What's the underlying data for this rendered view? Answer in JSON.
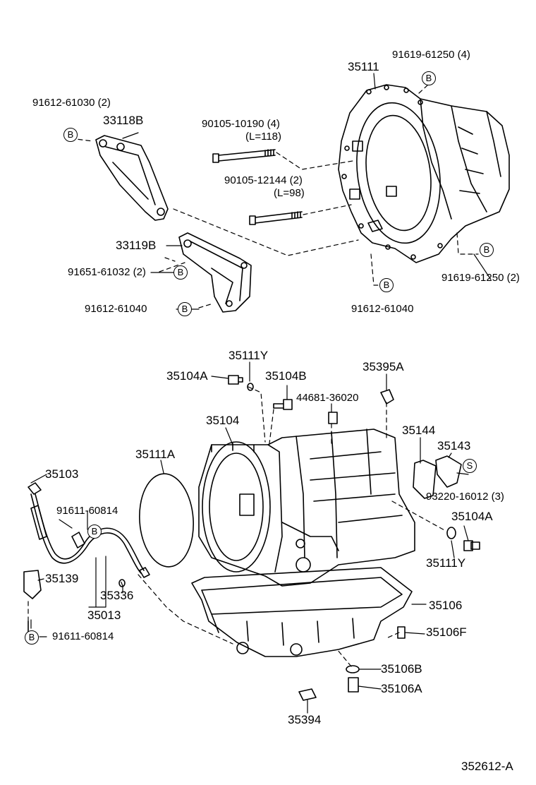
{
  "figure_id": "352612-A",
  "callouts": {
    "b": "B",
    "s": "S"
  },
  "upper": {
    "p35111": "35111",
    "p91619_61250_top": "91619-61250 (4)",
    "p91612_61030": "91612-61030 (2)",
    "p33118B": "33118B",
    "p90105_10190": "90105-10190 (4)",
    "len118": "(L=118)",
    "p90105_12144": "90105-12144 (2)",
    "len98": "(L=98)",
    "p33119B": "33119B",
    "p91651_61032": "91651-61032 (2)",
    "p91612_61040_left": "91612-61040",
    "p91612_61040_bottom": "91612-61040",
    "p91619_61250_right": "91619-61250 (2)"
  },
  "lower": {
    "p35111Y_top": "35111Y",
    "p35104A_top": "35104A",
    "p35104B": "35104B",
    "p35395A": "35395A",
    "p44681_36020": "44681-36020",
    "p35104": "35104",
    "p35144": "35144",
    "p35143": "35143",
    "p35111A": "35111A",
    "p35103": "35103",
    "p91611_60814_top": "91611-60814",
    "p93220_16012": "93220-16012 (3)",
    "p35104A_right": "35104A",
    "p35111Y_right": "35111Y",
    "p35139": "35139",
    "p35336": "35336",
    "p35013": "35013",
    "p35106": "35106",
    "p91611_60814_bottom": "91611-60814",
    "p35106F": "35106F",
    "p35106B": "35106B",
    "p35106A": "35106A",
    "p35394": "35394"
  }
}
